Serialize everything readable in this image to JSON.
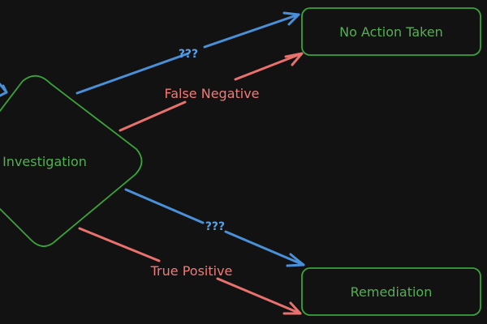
{
  "diagram": {
    "nodes": {
      "investigation": {
        "label": "Investigation",
        "shape": "diamond"
      },
      "no_action": {
        "label": "No Action Taken",
        "shape": "rounded-rect"
      },
      "remediation": {
        "label": "Remediation",
        "shape": "rounded-rect"
      }
    },
    "edges": {
      "unknown_top": {
        "label": "???",
        "from": "investigation",
        "to": "no_action",
        "color": "#4a90d9"
      },
      "false_negative": {
        "label": "False Negative",
        "from": "investigation",
        "to": "no_action",
        "color": "#e8716e"
      },
      "unknown_bottom": {
        "label": "???",
        "from": "investigation",
        "to": "remediation",
        "color": "#4a90d9"
      },
      "true_positive": {
        "label": "True Positive",
        "from": "investigation",
        "to": "remediation",
        "color": "#e8716e"
      }
    },
    "colors": {
      "background": "#121212",
      "node_stroke": "#3aa33a",
      "node_text": "#52b052",
      "blue_edge": "#4a90d9",
      "red_edge": "#e8716e"
    }
  }
}
